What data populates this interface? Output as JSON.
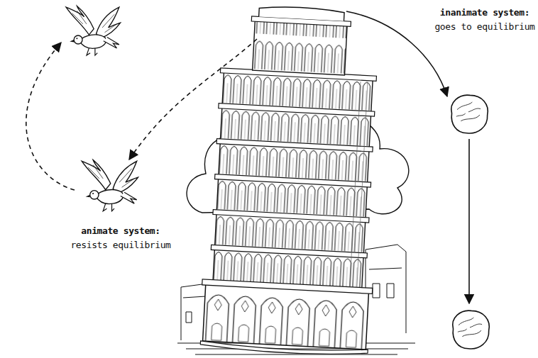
{
  "diagram": {
    "labels": [
      "inanimate system:",
      "goes to equilibrium",
      "animate system:",
      "resists equilibrium"
    ]
  }
}
